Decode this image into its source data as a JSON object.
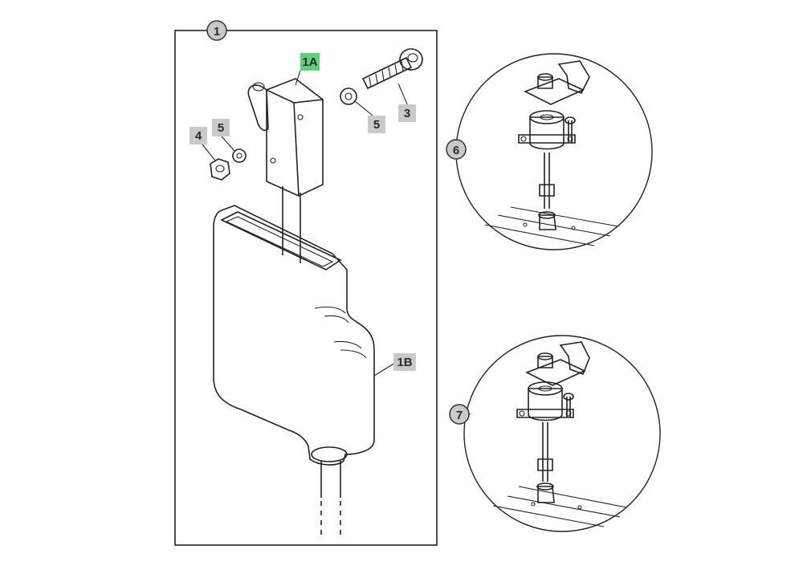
{
  "callouts": {
    "c1": "1",
    "c1a": "1A",
    "c1b": "1B",
    "c3": "3",
    "c4": "4",
    "c5a": "5",
    "c5b": "5",
    "c6": "6",
    "c7": "7"
  },
  "colors": {
    "highlight_tag": "#5fcf7a",
    "tag_grey": "#c9c9c9",
    "circle_badge": "#c9c9c9",
    "line": "#222222",
    "part_fill": "#ffffff"
  }
}
